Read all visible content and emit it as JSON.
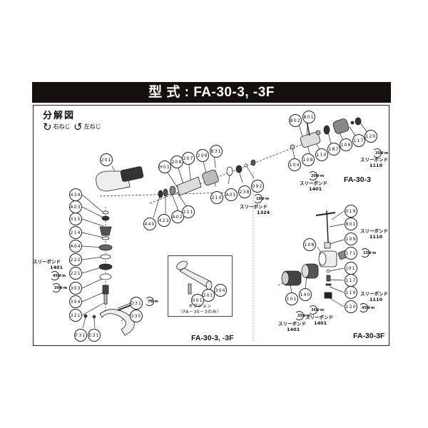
{
  "header": {
    "title": "型 式 : FA-30-3, -3F"
  },
  "diagram": {
    "section_title": "分解図",
    "legend": {
      "right_thread": {
        "icon": "clockwise-arrow-icon",
        "label": "右ねじ"
      },
      "left_thread": {
        "icon": "counterclockwise-arrow-icon",
        "label": "左ねじ"
      }
    },
    "models": {
      "main": "FA-30-3, -3F",
      "fa30_3": "FA-30-3",
      "fa30_3f": "FA-30-3F"
    },
    "option": {
      "caption_line1": "オプション",
      "caption_line2": "（FA－30－3のみ）"
    },
    "parts": {
      "p201": "201",
      "p434": "434",
      "pA03": "A03",
      "p015": "015",
      "p214": "214",
      "pA04": "A04",
      "p222": "222",
      "p221": "221",
      "p303": "303",
      "p304": "304",
      "p321": "321",
      "pD31": "D31",
      "p335": "335",
      "pF31": "F31",
      "pE31": "E31",
      "pH01": "H01",
      "p208": "208",
      "p207": "207",
      "p209": "209",
      "pB31": "B31",
      "p440": "440",
      "p423": "423",
      "pA02": "A02",
      "p211": "211",
      "p210": "210",
      "pA01": "A01",
      "p238": "238",
      "p092": "092",
      "pB02": "B02",
      "pB01": "B01",
      "p104": "104",
      "p108": "108",
      "p110": "110",
      "p187": "187",
      "p106": "106",
      "p117": "117",
      "p120": "120",
      "p019": "019",
      "p801": "801",
      "p109": "109",
      "p108f": "108",
      "p171": "171",
      "pJ01": "J01",
      "p117f": "117",
      "p119": "119",
      "p120f": "120",
      "p101": "101",
      "p140": "140",
      "o304": "304",
      "o201": "201",
      "o001": "001"
    },
    "notes": {
      "threebond": "スリーボンド",
      "tb1401": "1401",
      "tb1324": "1324",
      "tb1110": "1110"
    },
    "torques": {
      "t45": "45N·m",
      "t30": "30N·m",
      "t7": "7N·m",
      "t18": "18N·m",
      "t20a": "20N·m",
      "t20b": "20N·m",
      "t15": "15N·m",
      "t35a": "35N·m",
      "t35b": "35N·m",
      "t45f": "45N·m"
    },
    "colors": {
      "header_bg": "#14110c",
      "line": "#222222"
    }
  }
}
